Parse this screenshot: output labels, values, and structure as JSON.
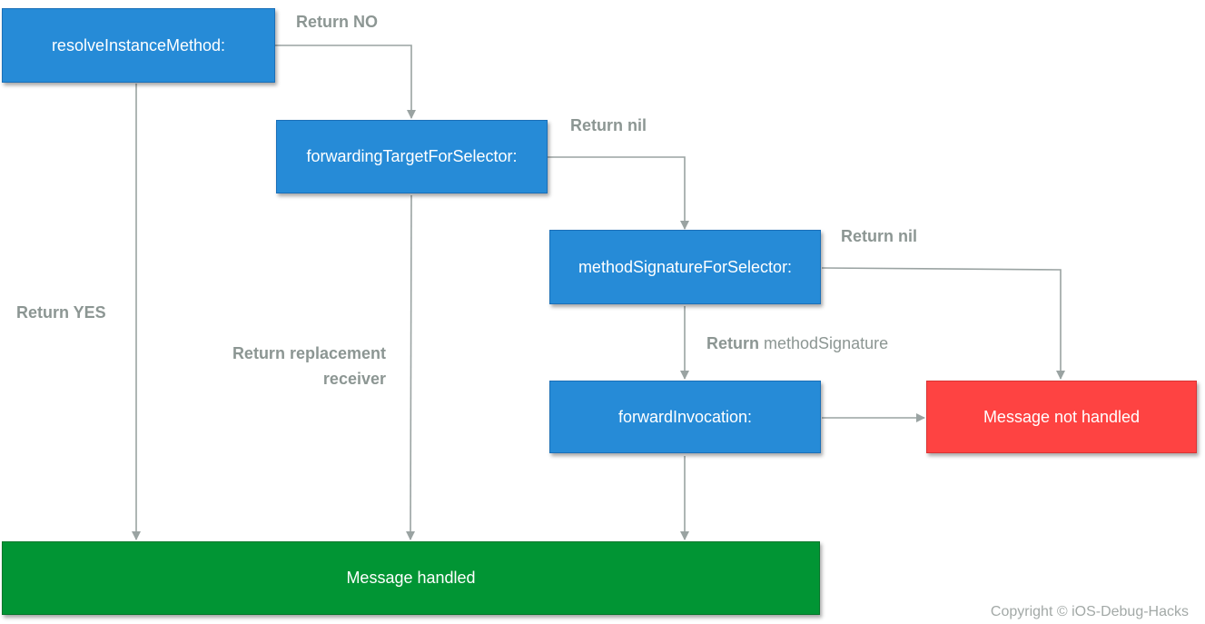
{
  "colors": {
    "box_blue": "#268bd7",
    "box_green": "#019534",
    "box_red": "#fe4342",
    "connector": "#9aa3a2",
    "label_text": "#8c9693"
  },
  "nodes": {
    "resolve": "resolveInstanceMethod:",
    "forwarding_target": "forwardingTargetForSelector:",
    "method_signature": "methodSignatureForSelector:",
    "forward_invocation": "forwardInvocation:",
    "not_handled": "Message not handled",
    "handled": "Message handled"
  },
  "edge_labels": {
    "return_no": "Return NO",
    "return_nil_1": "Return nil",
    "return_nil_2": "Return nil",
    "return_yes": "Return YES",
    "return_replacement_line1": "Return replacement",
    "return_replacement_line2": "receiver",
    "return_method_sig_bold": "Return",
    "return_method_sig_rest": "methodSignature"
  },
  "copyright": "Copyright © iOS-Debug-Hacks"
}
